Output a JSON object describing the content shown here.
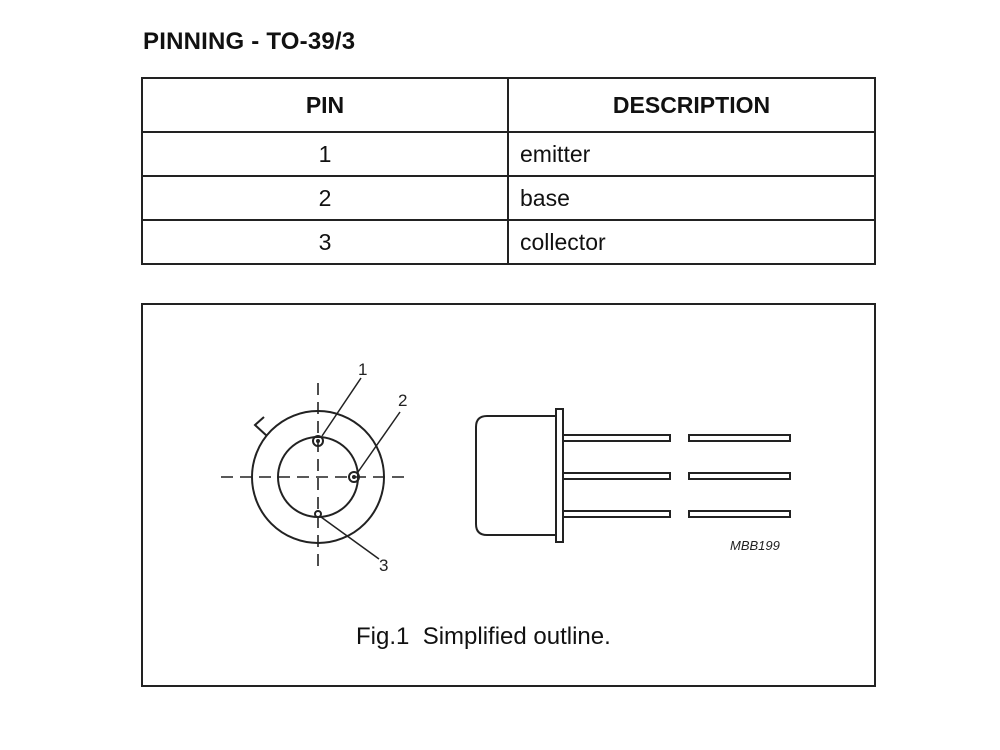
{
  "section": {
    "title": "PINNING - TO-39/3"
  },
  "table": {
    "headers": {
      "pin": "PIN",
      "description": "DESCRIPTION"
    },
    "rows": [
      {
        "pin": "1",
        "description": "emitter"
      },
      {
        "pin": "2",
        "description": "base"
      },
      {
        "pin": "3",
        "description": "collector"
      }
    ]
  },
  "figure": {
    "pin_labels": [
      "1",
      "2",
      "3"
    ],
    "drawing_code": "MBB199",
    "caption": "Fig.1  Simplified outline."
  }
}
